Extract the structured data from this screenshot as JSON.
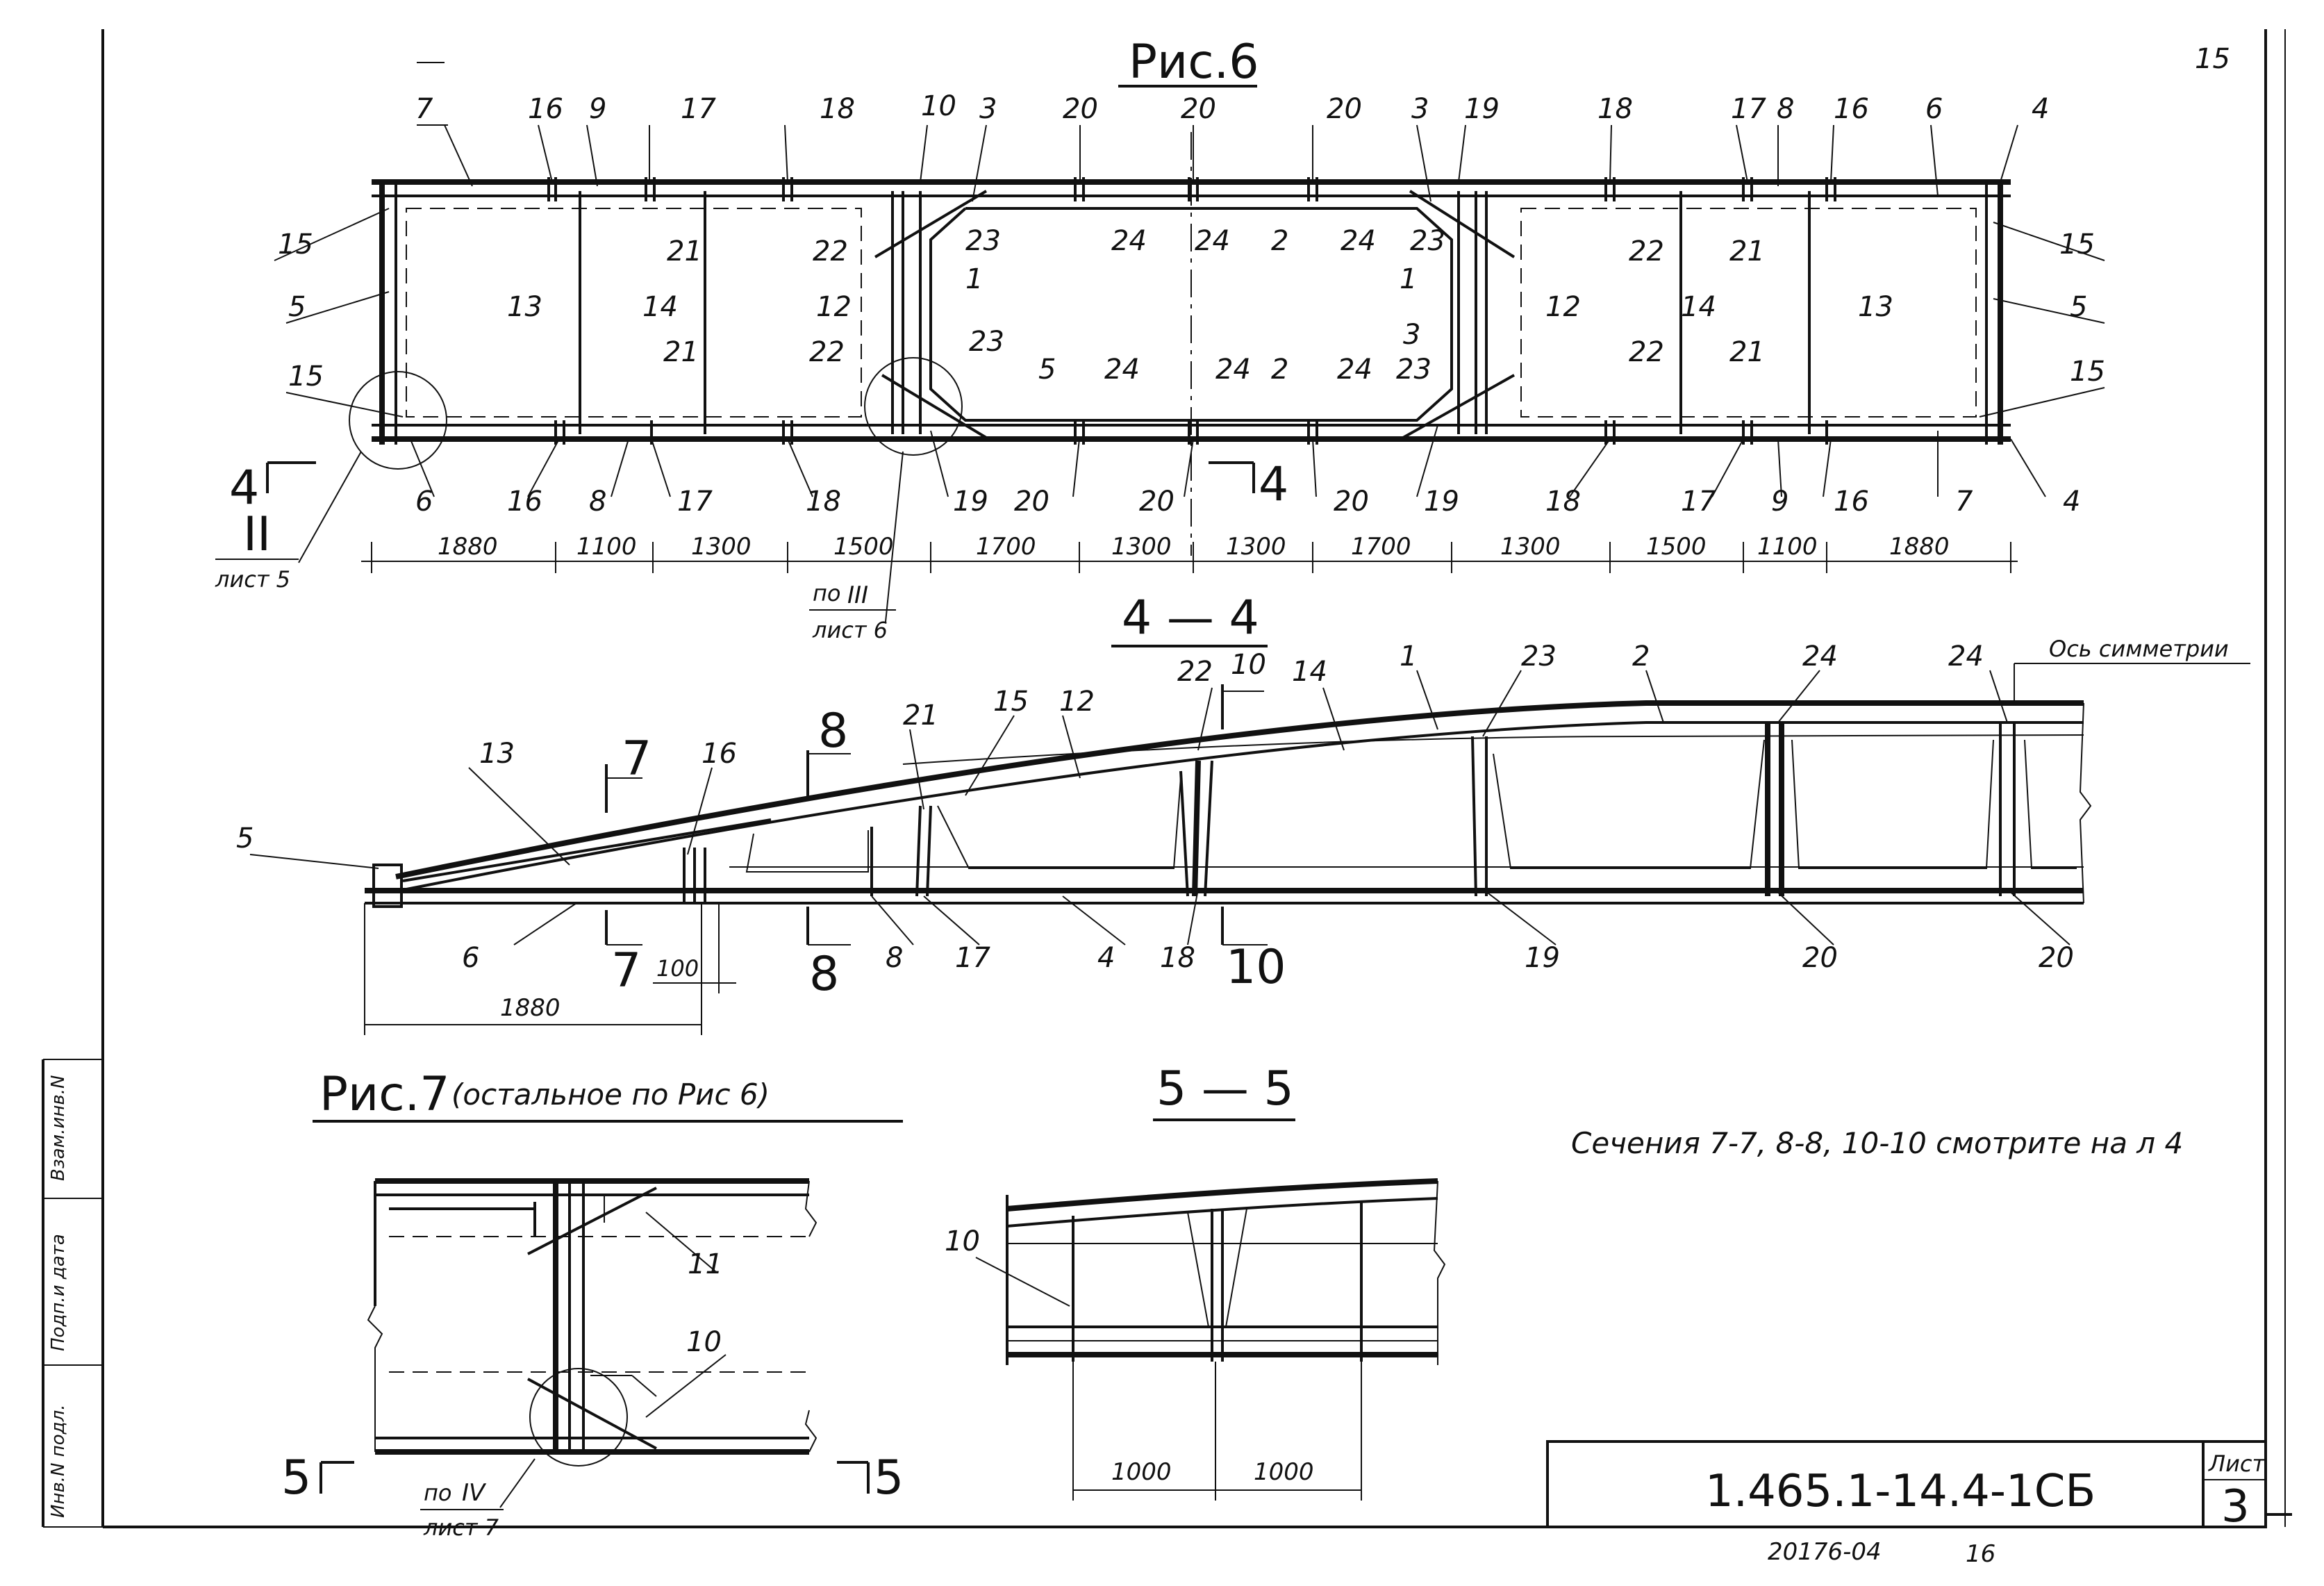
{
  "sheet": {
    "page_corner_number": "15",
    "designation": "1.465.1-14.4-1СБ",
    "sheet_label": "Лист",
    "sheet_number": "3",
    "inventory_number": "20176-04",
    "inventory_suffix": "16",
    "stamp_labels": [
      "Взам.инв.N",
      "Подп.и дата",
      "Инв.N подл."
    ]
  },
  "fig6": {
    "title": "Рис.6",
    "top_labels": [
      "7",
      "16",
      "9",
      "17",
      "18",
      "10",
      "3",
      "20",
      "20",
      "20",
      "3",
      "19",
      "18",
      "17",
      "8",
      "16",
      "6",
      "4"
    ],
    "inner_upper_labels": [
      "21",
      "22",
      "23",
      "24",
      "24",
      "2",
      "24",
      "23",
      "22",
      "21"
    ],
    "side_labels": [
      "15",
      "5",
      "15",
      "15",
      "5",
      "15"
    ],
    "member_labels": [
      "13",
      "14",
      "12",
      "1",
      "1",
      "12",
      "14",
      "13"
    ],
    "inner_lower_labels": [
      "21",
      "22",
      "23",
      "5",
      "24",
      "24",
      "2",
      "24",
      "3",
      "23",
      "22",
      "21"
    ],
    "bottom_labels": [
      "6",
      "16",
      "8",
      "17",
      "18",
      "19",
      "20",
      "20",
      "20",
      "19",
      "18",
      "17",
      "9",
      "16",
      "7",
      "4"
    ],
    "section_left": "4",
    "section_mid": "4",
    "dims": [
      "1880",
      "1100",
      "1300",
      "1500",
      "1700",
      "1300",
      "1300",
      "1700",
      "1300",
      "1500",
      "1100",
      "1880"
    ],
    "callout_left": {
      "mark": "II",
      "ref": "лист 5"
    },
    "callout_mid": {
      "prefix": "по",
      "mark": "III",
      "ref": "лист 6"
    }
  },
  "sec44": {
    "title": "4 — 4",
    "axis_label": "Ось симметрии",
    "labels": [
      "5",
      "13",
      "7",
      "16",
      "8",
      "21",
      "15",
      "12",
      "22",
      "10",
      "14",
      "1",
      "23",
      "2",
      "24",
      "24"
    ],
    "bottom_labels": [
      "6",
      "7",
      "8",
      "8",
      "17",
      "4",
      "18",
      "10",
      "19",
      "20",
      "20"
    ],
    "dims": [
      "100",
      "1880"
    ]
  },
  "fig7": {
    "title": "Рис.7",
    "subtitle": "(остальное по Рис 6)",
    "labels": [
      "11",
      "10"
    ],
    "section_left": "5",
    "section_right": "5",
    "callout": {
      "prefix": "по",
      "mark": "IV",
      "ref": "лист 7"
    }
  },
  "sec55": {
    "title": "5 — 5",
    "label": "10",
    "dims": [
      "1000",
      "1000"
    ]
  },
  "note": "Сечения 7-7, 8-8, 10-10 смотрите на л 4"
}
